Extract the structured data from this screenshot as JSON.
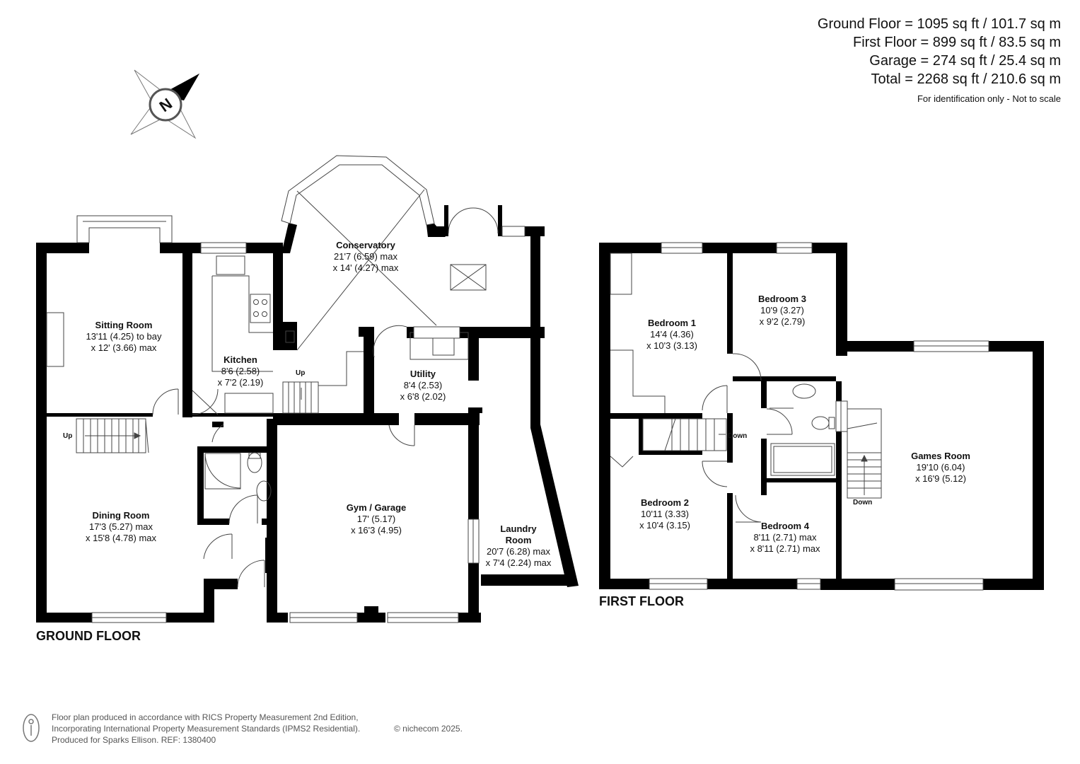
{
  "areas": {
    "ground": "Ground Floor = 1095 sq ft / 101.7 sq m",
    "first": "First Floor = 899 sq ft / 83.5 sq m",
    "garage": "Garage = 274 sq ft / 25.4 sq m",
    "total": "Total = 2268 sq ft / 210.6 sq m",
    "note": "For identification only - Not to scale"
  },
  "compass": {
    "label": "N"
  },
  "floors": {
    "ground": "GROUND FLOOR",
    "first": "FIRST FLOOR"
  },
  "rooms": {
    "sitting": {
      "name": "Sitting Room",
      "d1": "13'11 (4.25) to bay",
      "d2": "x 12' (3.66) max"
    },
    "kitchen": {
      "name": "Kitchen",
      "d1": "8'6 (2.58)",
      "d2": "x 7'2 (2.19)"
    },
    "conservatory": {
      "name": "Conservatory",
      "d1": "21'7 (6.59) max",
      "d2": "x 14' (4.27) max"
    },
    "utility": {
      "name": "Utility",
      "d1": "8'4 (2.53)",
      "d2": "x 6'8 (2.02)"
    },
    "dining": {
      "name": "Dining Room",
      "d1": "17'3 (5.27) max",
      "d2": "x 15'8 (4.78) max"
    },
    "gym": {
      "name": "Gym / Garage",
      "d1": "17' (5.17)",
      "d2": "x 16'3 (4.95)"
    },
    "laundry": {
      "name": "Laundry",
      "name2": "Room",
      "d1": "20'7 (6.28) max",
      "d2": "x 7'4 (2.24) max"
    },
    "bed1": {
      "name": "Bedroom 1",
      "d1": "14'4 (4.36)",
      "d2": "x 10'3 (3.13)"
    },
    "bed3": {
      "name": "Bedroom 3",
      "d1": "10'9 (3.27)",
      "d2": "x 9'2 (2.79)"
    },
    "bed2": {
      "name": "Bedroom 2",
      "d1": "10'11 (3.33)",
      "d2": "x 10'4 (3.15)"
    },
    "bed4": {
      "name": "Bedroom 4",
      "d1": "8'11 (2.71) max",
      "d2": "x 8'11 (2.71) max"
    },
    "games": {
      "name": "Games Room",
      "d1": "19'10 (6.04)",
      "d2": "x 16'9 (5.12)"
    }
  },
  "stairs": {
    "up": "Up",
    "down": "Down"
  },
  "footer": {
    "line1": "Floor plan produced in accordance with RICS Property Measurement 2nd Edition,",
    "line2": "Incorporating International Property Measurement Standards (IPMS2 Residential).",
    "line3": "Produced for Sparks Ellison.   REF: 1380400",
    "copyright": "© nichecom 2025."
  },
  "colors": {
    "wall": "#000000",
    "fixture": "#555555",
    "background": "#ffffff"
  }
}
